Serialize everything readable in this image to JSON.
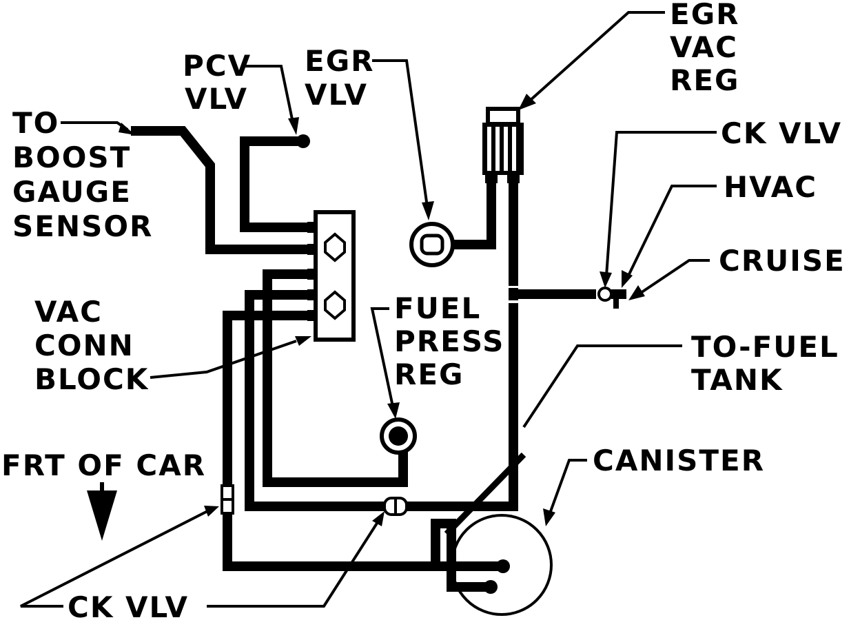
{
  "labels": {
    "to_boost": [
      "TO",
      "BOOST",
      "GAUGE",
      "SENSOR"
    ],
    "pcv_vlv": [
      "PCV",
      "VLV"
    ],
    "egr_vlv": [
      "EGR",
      "VLV"
    ],
    "egr_vac_reg": [
      "EGR",
      "VAC",
      "REG"
    ],
    "ck_vlv_top": "CK VLV",
    "hvac": "HVAC",
    "cruise": "CRUISE",
    "vac_conn_block": [
      "VAC",
      "CONN",
      "BLOCK"
    ],
    "fuel_press_reg": [
      "FUEL",
      "PRESS",
      "REG"
    ],
    "to_fuel_tank": [
      "TO-FUEL",
      "TANK"
    ],
    "frt_of_car": "FRT OF CAR",
    "canister": "CANISTER",
    "ck_vlv_bottom": "CK VLV"
  },
  "colors": {
    "ink": "#000000",
    "paper": "#ffffff"
  },
  "icons": {
    "front_direction": "arrow-down-icon"
  }
}
